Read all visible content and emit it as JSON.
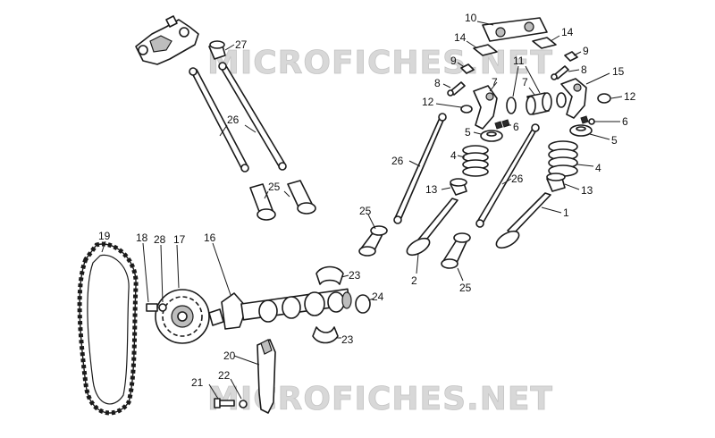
{
  "watermarks": [
    "MICROFICHES.NET",
    "MICROFICHES.NET"
  ],
  "callouts": [
    {
      "id": "c27",
      "text": "27"
    },
    {
      "id": "c26a",
      "text": "26"
    },
    {
      "id": "c25a",
      "text": "25"
    },
    {
      "id": "c10",
      "text": "10"
    },
    {
      "id": "c14a",
      "text": "14"
    },
    {
      "id": "c14b",
      "text": "14"
    },
    {
      "id": "c9a",
      "text": "9"
    },
    {
      "id": "c9b",
      "text": "9"
    },
    {
      "id": "c8a",
      "text": "8"
    },
    {
      "id": "c8b",
      "text": "8"
    },
    {
      "id": "c11",
      "text": "11"
    },
    {
      "id": "c7a",
      "text": "7"
    },
    {
      "id": "c7b",
      "text": "7"
    },
    {
      "id": "c15",
      "text": "15"
    },
    {
      "id": "c12a",
      "text": "12"
    },
    {
      "id": "c12b",
      "text": "12"
    },
    {
      "id": "c6a",
      "text": "6"
    },
    {
      "id": "c6b",
      "text": "6"
    },
    {
      "id": "c5a",
      "text": "5"
    },
    {
      "id": "c5b",
      "text": "5"
    },
    {
      "id": "c26b",
      "text": "26"
    },
    {
      "id": "c4a",
      "text": "4"
    },
    {
      "id": "c4b",
      "text": "4"
    },
    {
      "id": "c13a",
      "text": "13"
    },
    {
      "id": "c13b",
      "text": "13"
    },
    {
      "id": "c26c",
      "text": "26"
    },
    {
      "id": "c1",
      "text": "1"
    },
    {
      "id": "c25b",
      "text": "25"
    },
    {
      "id": "c2",
      "text": "2"
    },
    {
      "id": "c25c",
      "text": "25"
    },
    {
      "id": "c19",
      "text": "19"
    },
    {
      "id": "c18",
      "text": "18"
    },
    {
      "id": "c28",
      "text": "28"
    },
    {
      "id": "c17",
      "text": "17"
    },
    {
      "id": "c16",
      "text": "16"
    },
    {
      "id": "c23a",
      "text": "23"
    },
    {
      "id": "c24",
      "text": "24"
    },
    {
      "id": "c23b",
      "text": "23"
    },
    {
      "id": "c20",
      "text": "20"
    },
    {
      "id": "c21",
      "text": "21"
    },
    {
      "id": "c22",
      "text": "22"
    }
  ]
}
